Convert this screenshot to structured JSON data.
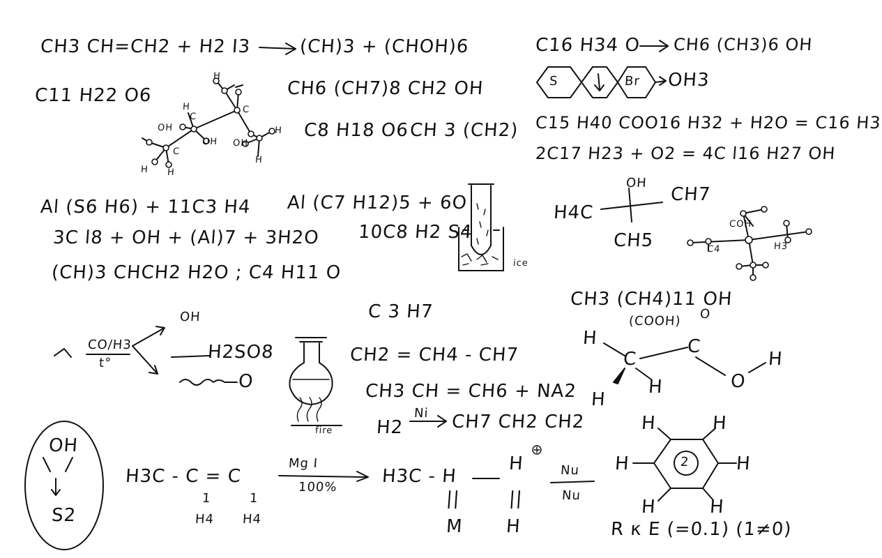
{
  "formulas": {
    "f01": "CH3 CH=CH2 + H2 I3",
    "f02": "(CH)3 + (CHOH)6",
    "f03": "C16 H34 O",
    "f04": "CH6 (CH3)6 OH",
    "f05": "C11 H22 O6",
    "f06": "CH6 (CH7)8 CH2 OH",
    "f07": "S",
    "f08": "Br",
    "f09": "OH3",
    "f10": "C8 H18 O6",
    "f11": "CH 3 (CH2)",
    "f12": "C15 H40 COO16 H32 + H2O = C16 H3",
    "f13": "2C17 H23 + O2 = 4C l16 H27 OH",
    "f14": "Al (S6 H6) + 11C3 H4",
    "f15": "Al (C7 H12)5 + 6O",
    "f16": "3C l8 + OH + (Al)7 + 3H2O",
    "f17": "10C8 H2 S4",
    "f18": "(CH)3 CHCH2 H2O ; C4 H11 O",
    "f19": "ice",
    "f20": "OH",
    "f21": "H4C",
    "f22": "CH7",
    "f23": "CH5",
    "f24": "COH",
    "f25": "C4",
    "f26": "H3",
    "f27": "OH",
    "f28": "CO/H3",
    "f29": "t°",
    "f30": "H2SO8",
    "f31": "O",
    "f32": "C 3 H7",
    "f33": "CH2 = CH4 - CH7",
    "f34": "CH3 CH = CH6 + NA2",
    "f35": "H2",
    "f36": "Ni",
    "f37": "CH7 CH2 CH2",
    "f38": "fire",
    "f39": "CH3 (CH4)11 OH",
    "f40": "(COOH)",
    "f41": "O",
    "f42": "H",
    "f43": "C",
    "f44": "C",
    "f45": "H",
    "f46": "H",
    "f47": "O",
    "f48": "H",
    "f49": "OH",
    "f50": "S2",
    "f51": "H3C - C = C",
    "f52": "1",
    "f53": "1",
    "f54": "H4",
    "f55": "H4",
    "f56": "Mg I",
    "f57": "100%",
    "f58": "H3C - H",
    "f59": "H",
    "f60": "||",
    "f61": "||",
    "f62": "M",
    "f63": "H",
    "f64": "Nu",
    "f65": "Nu",
    "f66": "H",
    "f67": "H",
    "f68": "H",
    "f69": "H",
    "f70": "H",
    "f71": "H",
    "f72": "2",
    "f73": "R κ E (=0.1) (1≠0)",
    "f74": "H",
    "f75": "H",
    "f76": "OH",
    "f77": "C",
    "f78": "OH",
    "f79": "H",
    "f80": "C",
    "f81": "C",
    "f82": "OH",
    "f83": "H",
    "f84": "H",
    "f85": "H"
  }
}
